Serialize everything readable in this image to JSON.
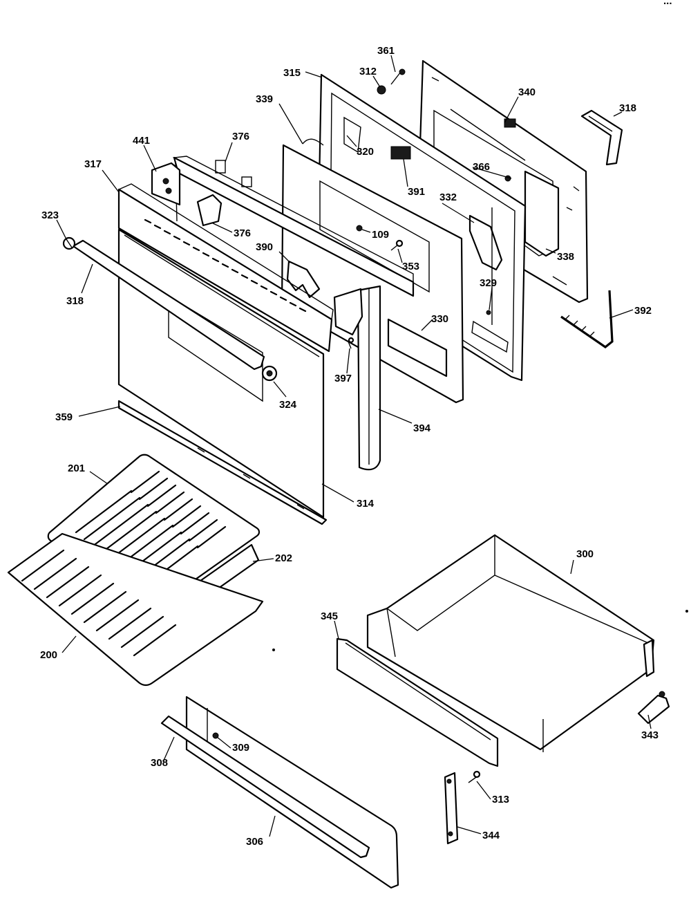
{
  "header_fragment": "...",
  "callouts": {
    "c361": "361",
    "c312": "312",
    "c315": "315",
    "c340": "340",
    "c318a": "318",
    "c339": "339",
    "c320": "320",
    "c366": "366",
    "c441": "441",
    "c376a": "376",
    "c317": "317",
    "c391": "391",
    "c332": "332",
    "c323": "323",
    "c376b": "376",
    "c109": "109",
    "c338": "338",
    "c390": "390",
    "c353": "353",
    "c318b": "318",
    "c329": "329",
    "c392": "392",
    "c330": "330",
    "c397": "397",
    "c324": "324",
    "c359": "359",
    "c394": "394",
    "c201": "201",
    "c314": "314",
    "c300": "300",
    "c202": "202",
    "c345": "345",
    "c200": "200",
    "c343": "343",
    "c309": "309",
    "c308": "308",
    "c313": "313",
    "c306": "306",
    "c344": "344"
  }
}
